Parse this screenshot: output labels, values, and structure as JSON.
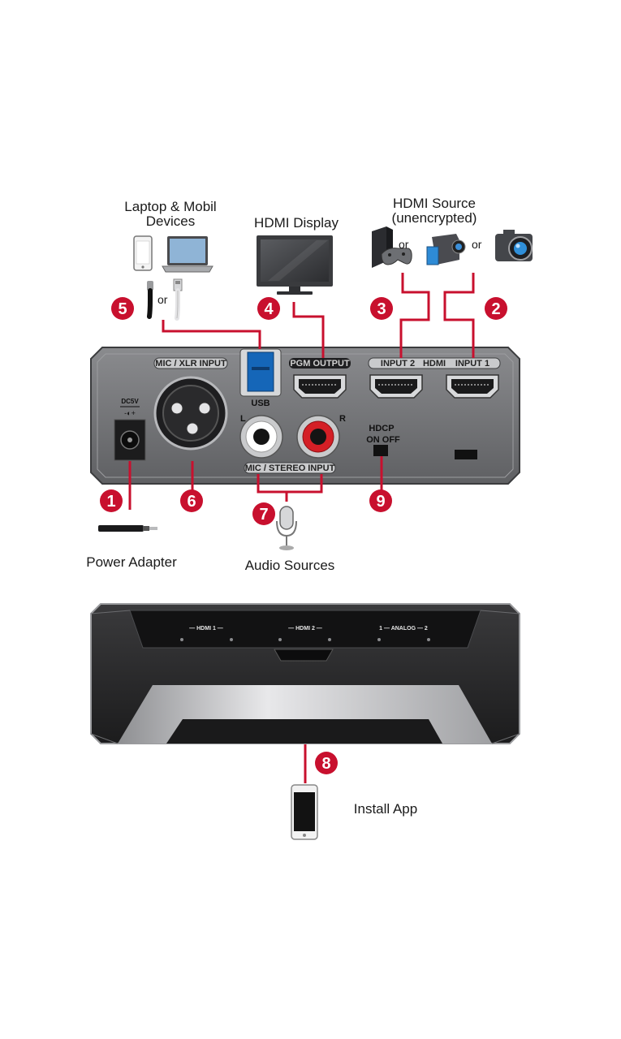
{
  "labels": {
    "laptop_devices": "Laptop & Mobil Devices",
    "hdmi_display": "HDMI Display",
    "hdmi_source": "HDMI Source (unencrypted)",
    "power_adapter": "Power Adapter",
    "audio_sources": "Audio Sources",
    "install_app": "Install App",
    "or": "or"
  },
  "panel": {
    "mic_xlr_input": "MIC / XLR INPUT",
    "dc_label": "DC5V",
    "usb": "USB",
    "pgm_output": "PGM OUTPUT",
    "input_2": "INPUT 2",
    "hdmi": "HDMI",
    "input_1": "INPUT 1",
    "left": "L",
    "right": "R",
    "hdcp": "HDCP",
    "on_off": "ON OFF",
    "mic_stereo_input": "MIC / STEREO INPUT"
  },
  "front": {
    "hdmi1": "HDMI 1",
    "hdmi2": "HDMI 2",
    "analog": "1 — ANALOG — 2"
  },
  "callouts": [
    "1",
    "2",
    "3",
    "4",
    "5",
    "6",
    "7",
    "8",
    "9"
  ],
  "colors": {
    "callout_red": "#c8102e",
    "wire_red": "#c8102e",
    "panel_gray": "#6d6e71"
  },
  "icons": [
    "phone-icon",
    "laptop-icon",
    "usb-c-cable-icon",
    "usb-a-cable-icon",
    "monitor-icon",
    "game-console-icon",
    "camcorder-icon",
    "camera-icon",
    "power-plug-icon",
    "microphone-icon"
  ]
}
